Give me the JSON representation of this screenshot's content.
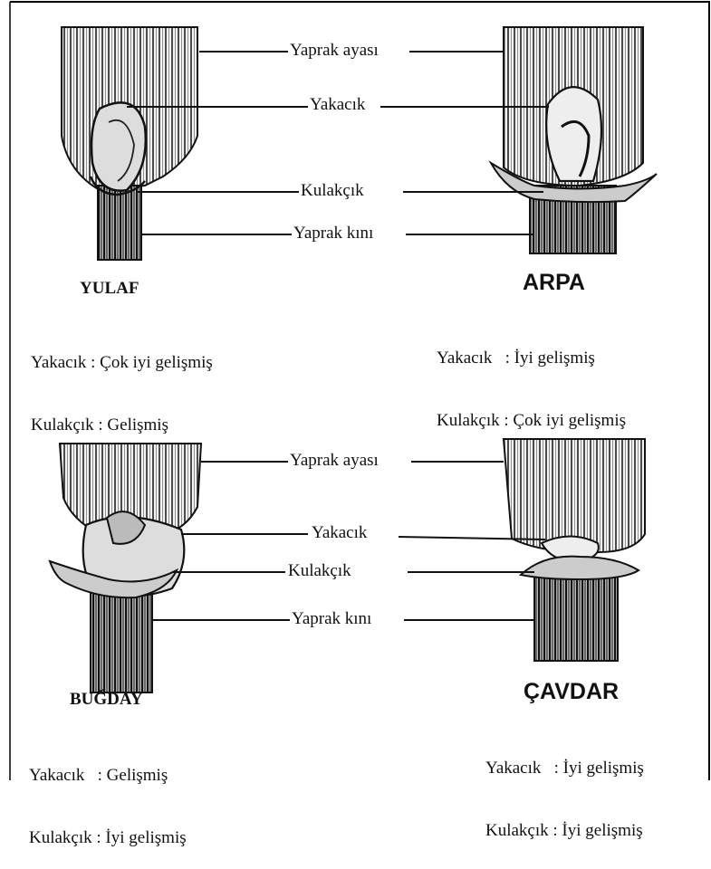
{
  "labels": {
    "top": {
      "blade": "Yaprak ayası",
      "ligule": "Yakacık",
      "auricle": "Kulakçık",
      "sheath": "Yaprak kını"
    },
    "bottom": {
      "blade": "Yaprak ayası",
      "ligule": "Yakacık",
      "auricle": "Kulakçık",
      "sheath": "Yaprak kını"
    }
  },
  "plants": {
    "yulaf": {
      "name": "YULAF",
      "ligule_line": "Yakacık : Çok iyi gelişmiş",
      "auricle_line": "Kulakçık : Gelişmiş"
    },
    "arpa": {
      "name": "ARPA",
      "ligule_line": "Yakacık   : İyi gelişmiş",
      "auricle_line": "Kulakçık : Çok iyi gelişmiş"
    },
    "bugday": {
      "name": "BUĞDAY",
      "ligule_line": "Yakacık   : Gelişmiş",
      "auricle_line": "Kulakçık : İyi gelişmiş"
    },
    "cavdar": {
      "name": "ÇAVDAR",
      "ligule_line": "Yakacık   : İyi gelişmiş",
      "auricle_line": "Kulakçık : İyi gelişmiş"
    }
  },
  "colors": {
    "ink": "#111111",
    "paper": "#ffffff"
  }
}
